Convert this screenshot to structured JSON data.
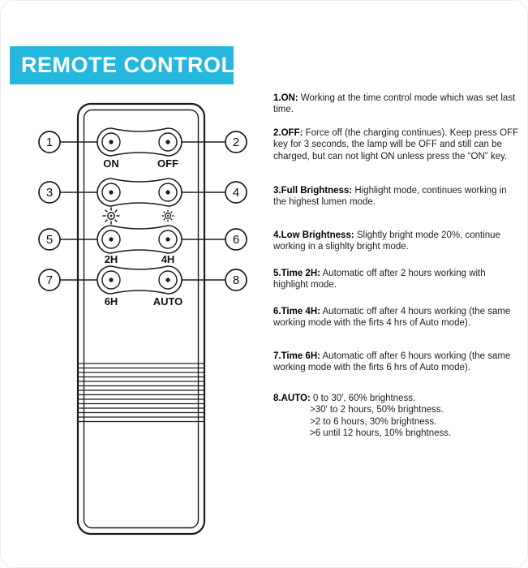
{
  "banner": {
    "title": "REMOTE CONTROL",
    "accent_color": "#25b7dc"
  },
  "remote": {
    "rows": [
      {
        "callout_left": "1",
        "callout_right": "2",
        "label_left": "ON",
        "label_right": "OFF"
      },
      {
        "callout_left": "3",
        "callout_right": "4"
      },
      {
        "callout_left": "5",
        "callout_right": "6",
        "label_left": "2H",
        "label_right": "4H"
      },
      {
        "callout_left": "7",
        "callout_right": "8",
        "label_left": "6H",
        "label_right": "AUTO"
      }
    ],
    "icons": {
      "left": "sun-bright-icon",
      "right": "sun-dim-icon"
    }
  },
  "instructions": [
    {
      "lead": "1.ON:",
      "text": " Working at the  time control mode which was set last time."
    },
    {
      "lead": "2.OFF:",
      "text": " Force off (the charging continues). Keep press OFF key for 3 seconds, the lamp will be OFF and still can be charged, but can not light ON unless press the “ON” key."
    },
    {
      "lead": "3.Full Brightness:",
      "text": " Highlight mode, continues working in the highest lumen mode."
    },
    {
      "lead": "4.Low Brightness:",
      "text": " Slightly bright mode 20%, continue working in a slighlty bright mode."
    },
    {
      "lead": "5.Time 2H:",
      "text": " Automatic off after 2 hours working with highlight mode."
    },
    {
      "lead": "6.Time 4H:",
      "text": " Automatic off after 4 hours working (the same working mode with the firts 4 hrs of Auto mode)."
    },
    {
      "lead": "7.Time 6H:",
      "text": " Automatic off after 6 hours working (the same working mode with the firts 6 hrs of Auto mode)."
    },
    {
      "lead": "8.AUTO:",
      "text": " 0 to 30′, 60% brightness.",
      "sublines": [
        ">30′ to 2 hours, 50% brightness.",
        ">2 to 6 hours, 30% brightness.",
        ">6 until 12 hours, 10% brightness."
      ]
    }
  ]
}
